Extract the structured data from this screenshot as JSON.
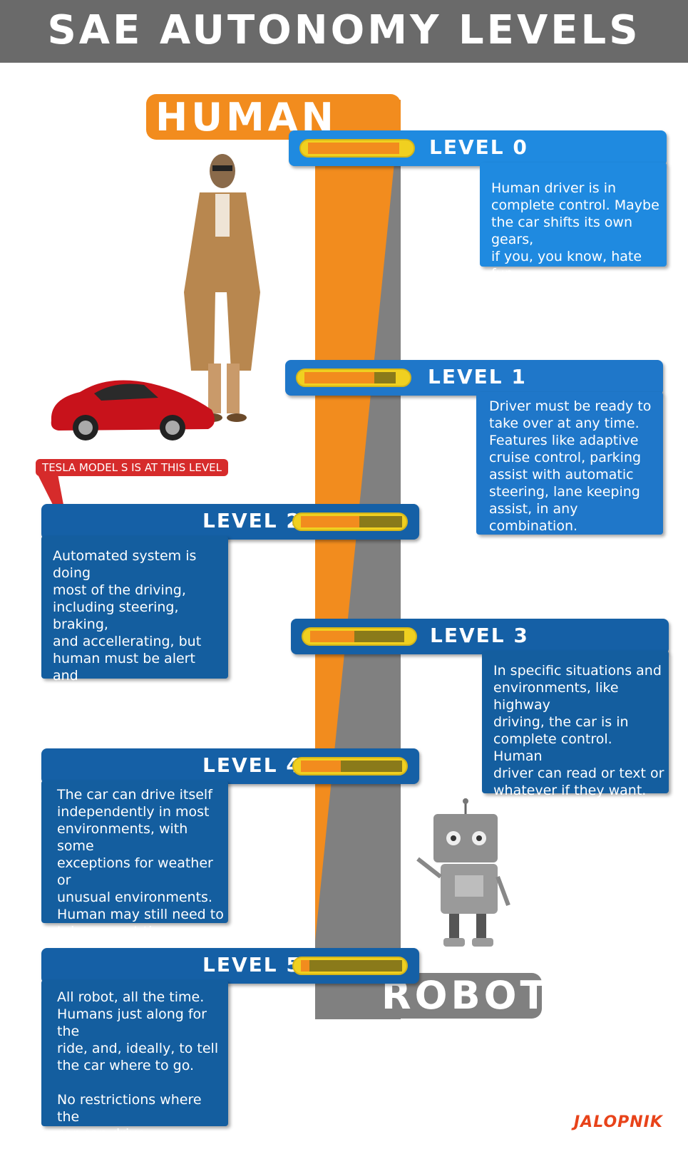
{
  "header": {
    "title": "SAE AUTONOMY LEVELS"
  },
  "human_label": "HUMAN",
  "robot_label": "ROBOT",
  "callout": "TESLA MODEL S IS AT THIS LEVEL",
  "logo": "JALOPNIK",
  "levels": [
    {
      "label": "LEVEL 0",
      "description": "Human driver is in\ncomplete control. Maybe\nthe car shifts its own gears,\nif you, you know, hate fun."
    },
    {
      "label": "LEVEL 1",
      "description": "Driver must be ready to\ntake over at any time.\nFeatures like adaptive\ncruise control, parking\nassist with automatic\nsteering, lane keeping\nassist, in any combination."
    },
    {
      "label": "LEVEL 2",
      "description": "Automated system is doing\nmost of the driving,\nincluding steering, braking,\nand accellerating, but\nhuman must be alert and\nready to take over at any\ntime."
    },
    {
      "label": "LEVEL 3",
      "description": "In specific situations and\nenvironments, like highway\ndriving, the car is in\ncomplete control. Human\ndriver can read or text or\nwhatever if they want."
    },
    {
      "label": "LEVEL 4",
      "description": "The car can drive itself\nindependently in most\nenvironments, with some\nexceptions for weather or\nunusual environments.\nHuman may still need to\ntake over at times."
    },
    {
      "label": "LEVEL 5",
      "description": "All robot, all the time.\nHumans just along for the\nride, and, ideally, to tell\nthe car where to go.\n\nNo restrictions where the\ncar can drive."
    }
  ],
  "colors": {
    "orange": "#f28c1e",
    "gray": "#808080",
    "blue": "#1f8ae0",
    "dark_blue": "#145e9f",
    "red": "#d62b2b"
  }
}
